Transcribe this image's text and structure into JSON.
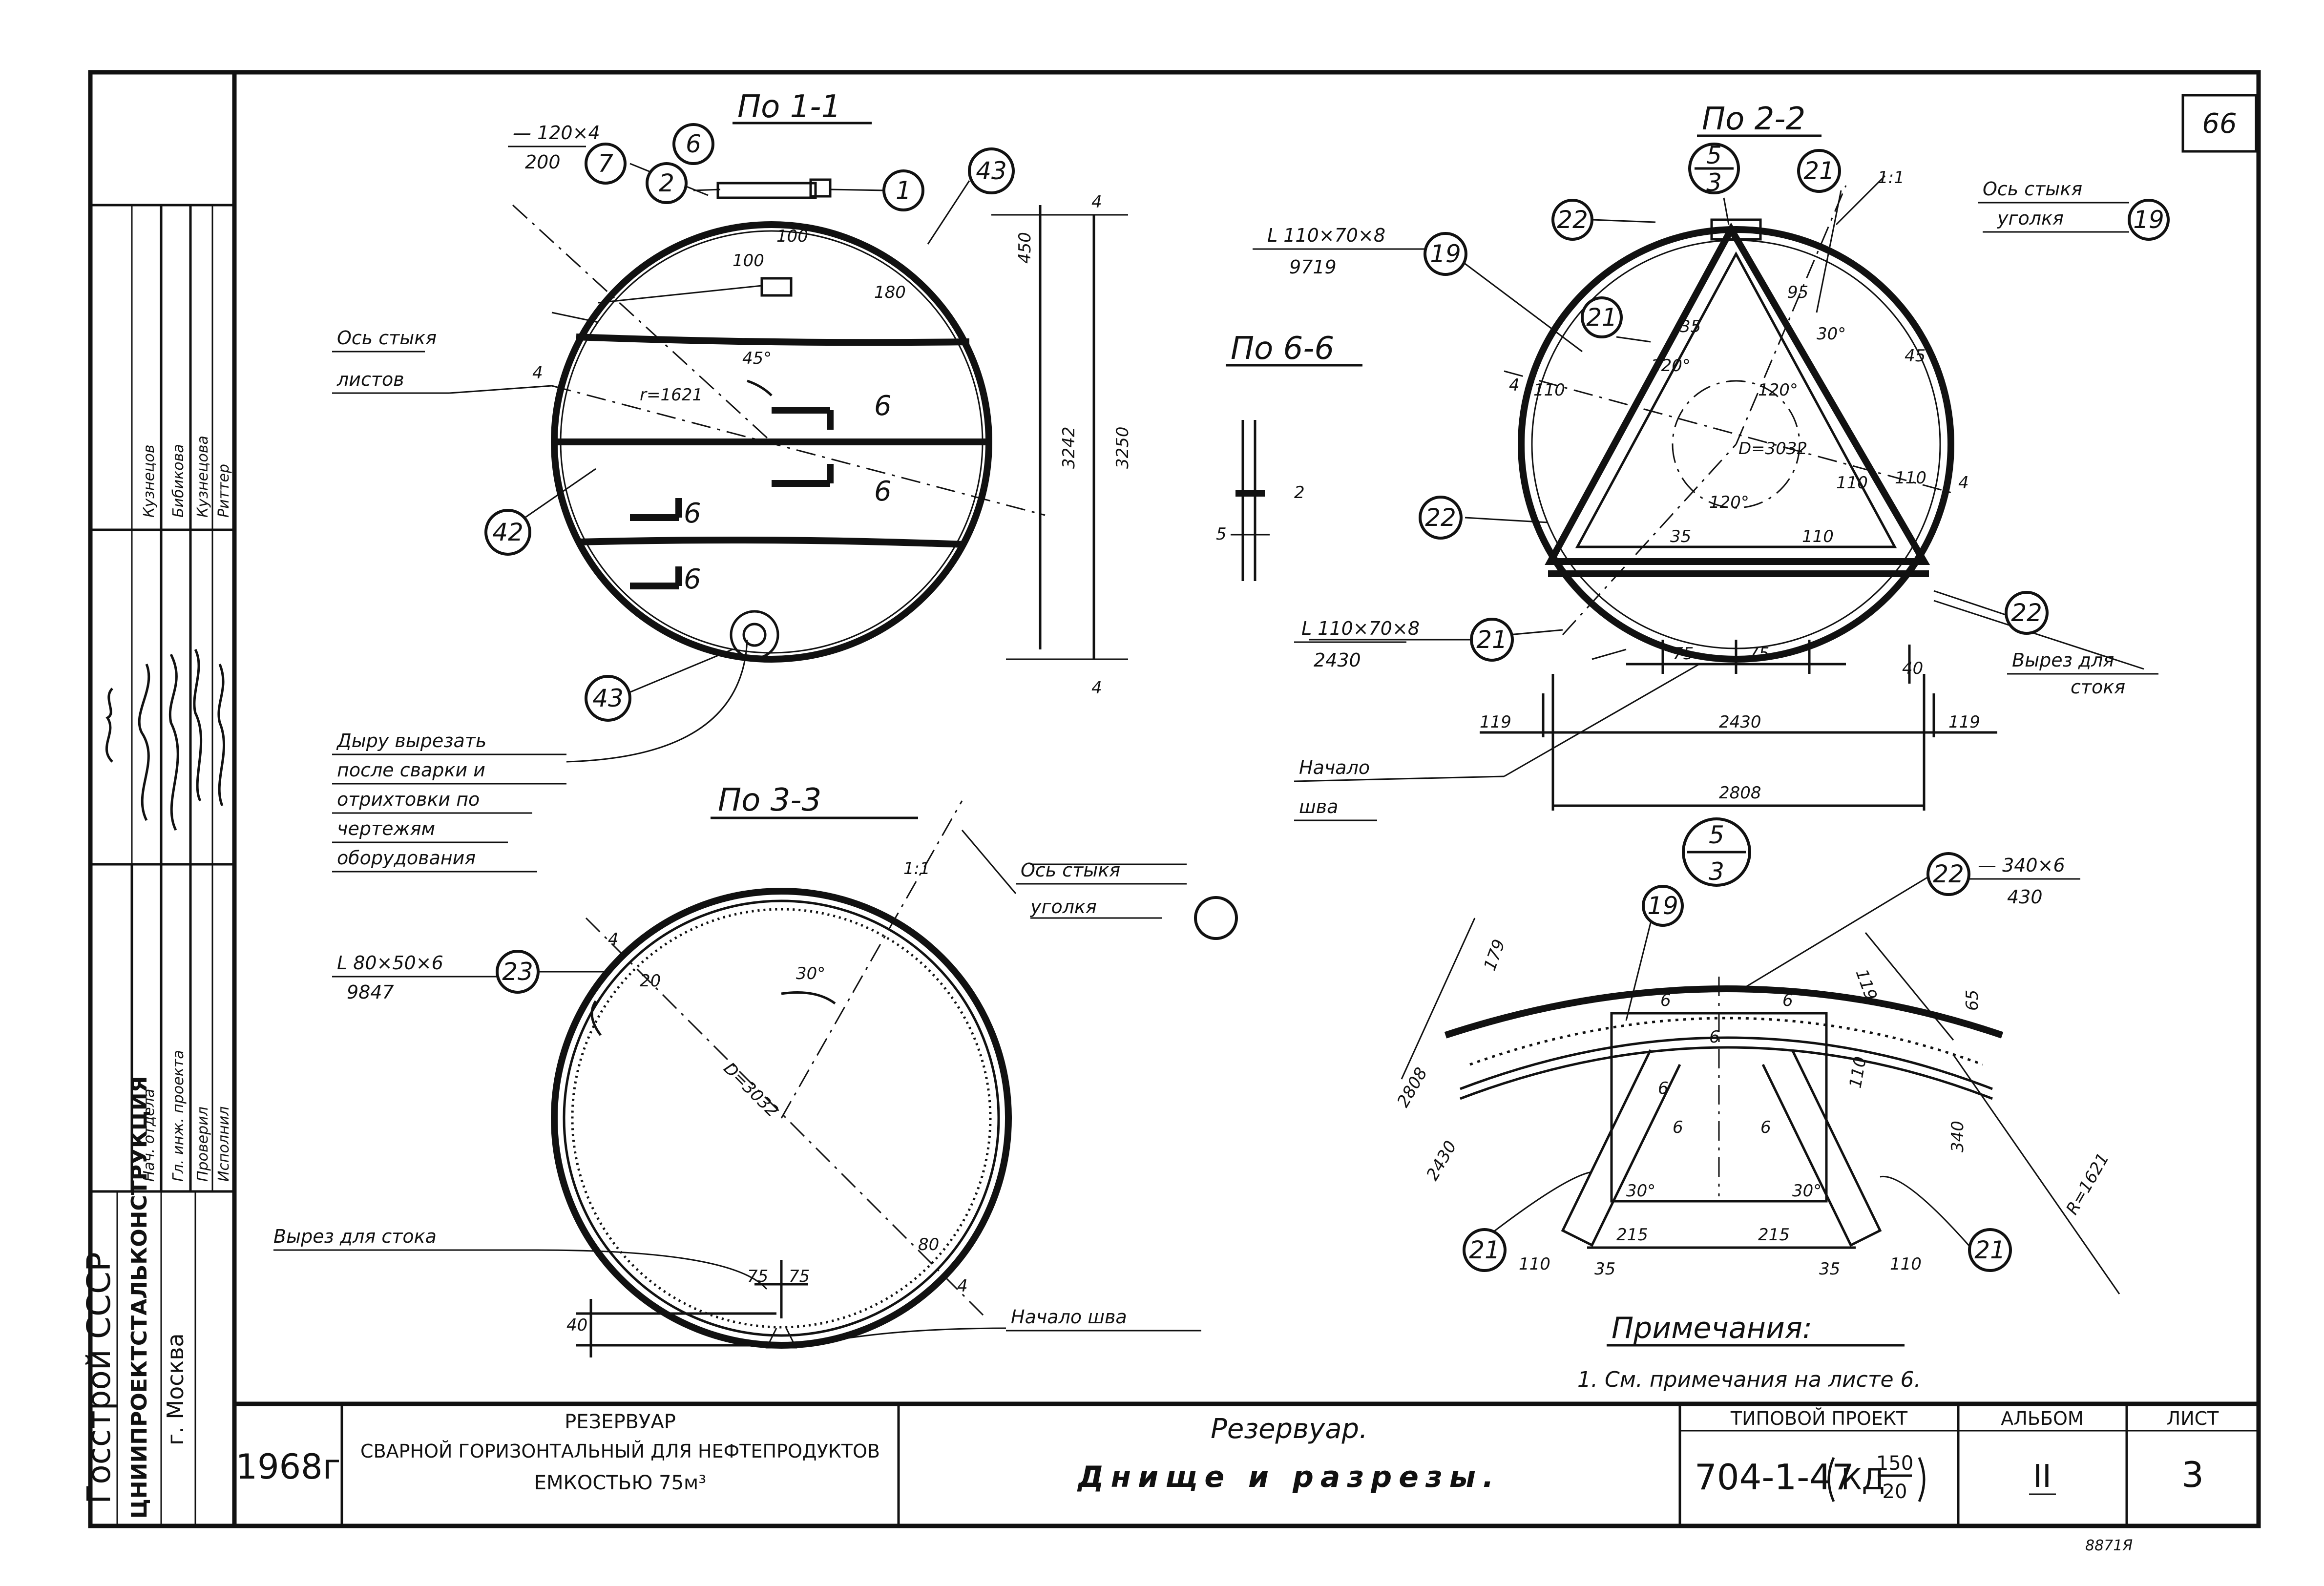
{
  "sheet_number_corner": "66",
  "titles": {
    "sec_1_1": "По 1-1",
    "sec_2_2": "По 2-2",
    "sec_3_3": "По 3-3",
    "sec_6_6": "По 6-6",
    "detail_num": "5",
    "detail_den": "3",
    "detail2_num": "5",
    "detail2_den": "3"
  },
  "callouts": {
    "c1": "1",
    "c2": "2",
    "c6": "6",
    "c7": "7",
    "c43a": "43",
    "c42": "42",
    "c43b": "43",
    "c19a": "19",
    "c19b": "19",
    "c21a": "21",
    "c21b": "21",
    "c21c": "21",
    "c22a": "22",
    "c22b": "22",
    "c22c": "22",
    "c23": "23",
    "c19d": "19",
    "c22d": "22",
    "c21d": "21",
    "c21e": "21"
  },
  "labels": {
    "plate_num": "— 120×4",
    "plate_den": "200",
    "os_styka_listov_1": "Ось стыкя",
    "os_styka_listov_2": "листов",
    "dyru_1": "Дыру вырезать",
    "dyru_2": "после сварки и",
    "dyru_3": "отрихтовки по",
    "dyru_4": "чертежям",
    "dyru_5": "оборудования",
    "os_styka_ugolka_a1": "Ось стыкя",
    "os_styka_ugolka_a2": "уголкя",
    "angle_19_num": "L 110×70×8",
    "angle_19_den": "9719",
    "angle_21_num": "L 110×70×8",
    "angle_21_den": "2430",
    "vyrez_1": "Вырез для",
    "vyrez_2": "стокя",
    "nachalo_1": "Начало",
    "nachalo_2": "шва",
    "os_styka_ugolka_b1": "Ось стыкя",
    "os_styka_ugolka_b2": "уголкя",
    "angle_23_num": "L 80×50×6",
    "angle_23_den": "9847",
    "vyrez_stoka": "Вырез для стока",
    "nachalo_shva": "Начало шва",
    "plate_22_num": "— 340×6",
    "plate_22_den": "430",
    "notes_title": "Примечания:",
    "notes_1": "1. См. примечания на листе 6."
  },
  "dims": {
    "d_100a": "100",
    "d_100b": "100",
    "d_450": "450",
    "d_180": "180",
    "d_4a": "4",
    "d_4b": "4",
    "d_4c": "4",
    "d_3242": "3242",
    "d_3250": "3250",
    "d_45": "45°",
    "d_r1621": "r=1621",
    "d_6a": "6",
    "d_6b": "6",
    "d_6c": "6",
    "d_6d": "6",
    "d_2": "2",
    "d_5": "5",
    "d_4_22": "4",
    "d_35a": "35",
    "d_95": "95",
    "d_30": "30°",
    "d_45b": "45°",
    "d_110a": "110",
    "d_120a": "120°",
    "d_120b": "120°",
    "d_120c": "120°",
    "d_D3032": "D=3032",
    "d_110b": "110",
    "d_110c": "110",
    "d_4_23": "4",
    "d_35b": "35",
    "d_110d": "110",
    "d_40": "40",
    "d_75a": "75",
    "d_75b": "75",
    "d_119a": "119",
    "d_2430": "2430",
    "d_119b": "119",
    "d_2808": "2808",
    "d_110e": "110",
    "d_11": "1:1",
    "d_D3032b": "D=3032",
    "d_30b": "30°",
    "d_20": "20",
    "d_80": "80",
    "d_4d": "4",
    "d_4e": "4",
    "d_75c": "75",
    "d_75d": "75",
    "d_40b": "40",
    "d_11b": "1:1",
    "d_179": "179",
    "d_119c": "119",
    "d_65": "65",
    "d_2808b": "2808",
    "d_2430b": "2430",
    "d_110f": "110",
    "d_340": "340",
    "d_6e": "6",
    "d_6f": "6",
    "d_6g": "6",
    "d_6h": "6",
    "d_6i": "6",
    "d_6j": "6",
    "d_30c": "30°",
    "d_30d": "30°",
    "d_215a": "215",
    "d_215b": "215",
    "d_110g": "110",
    "d_35c": "35",
    "d_35d": "35",
    "d_110h": "110",
    "d_R1621": "R=1621"
  },
  "stamp": {
    "org_1": "Госстрой СССР",
    "org_2": "ЦНИИПРОЕКТСТАЛЬКОНСТРУКЦИЯ",
    "org_3": "г. Москва",
    "role_1": "Нач. отдела",
    "role_2": "Гл. инж. проекта",
    "role_3": "Проверил",
    "role_4": "Исполнил",
    "name_1": "Кузнецов",
    "name_2": "Бибикова",
    "name_3": "Кузнецова",
    "name_4": "Риттер"
  },
  "title_block": {
    "year": "1968г",
    "object_1": "РЕЗЕРВУАР",
    "object_2": "СВАРНОЙ ГОРИЗОНТАЛЬНЫЙ ДЛЯ НЕФТЕПРОДУКТОВ",
    "object_3": "ЕМКОСТЬЮ 75м³",
    "sheet_title_1": "Резервуар.",
    "sheet_title_2": "Днище и разрезы.",
    "project_label": "ТИПОВОЙ ПРОЕКТ",
    "project_code": "704-1-47",
    "project_kd": "КД",
    "project_kd_num": "150",
    "project_kd_den": "20",
    "album_label": "АЛЬБОМ",
    "album_value": "II",
    "sheet_label": "ЛИСТ",
    "sheet_value": "3",
    "archive_code": "8871Я"
  }
}
